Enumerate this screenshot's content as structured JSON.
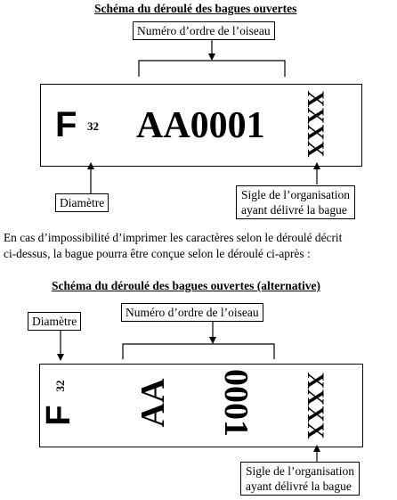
{
  "diagram1": {
    "title": "Schéma du déroulé des bagues ouvertes",
    "bird_number_label": "Numéro d’ordre de l’oiseau",
    "country_code": "F",
    "diameter_value": "32",
    "ring_number": "AA0001",
    "org_code": "XXXX",
    "diameter_label": "Diamètre",
    "org_label_line1": "Sigle de l’organisation",
    "org_label_line2": "ayant délivré la bague"
  },
  "paragraph": {
    "line1": "En cas d’impossibilité d’imprimer les caractères selon le déroulé décrit",
    "line2": "ci-dessus, la bague pourra être conçue selon le déroulé ci-après :"
  },
  "diagram2": {
    "title": "Schéma du déroulé des bagues ouvertes (alternative)",
    "diameter_label": "Diamètre",
    "bird_number_label": "Numéro d’ordre de l’oiseau",
    "country_code": "F",
    "diameter_value": "32",
    "letters": "AA",
    "digits": "0001",
    "org_code": "XXXX",
    "org_label_line1": "Sigle de l’organisation",
    "org_label_line2": "ayant délivré la bague"
  }
}
